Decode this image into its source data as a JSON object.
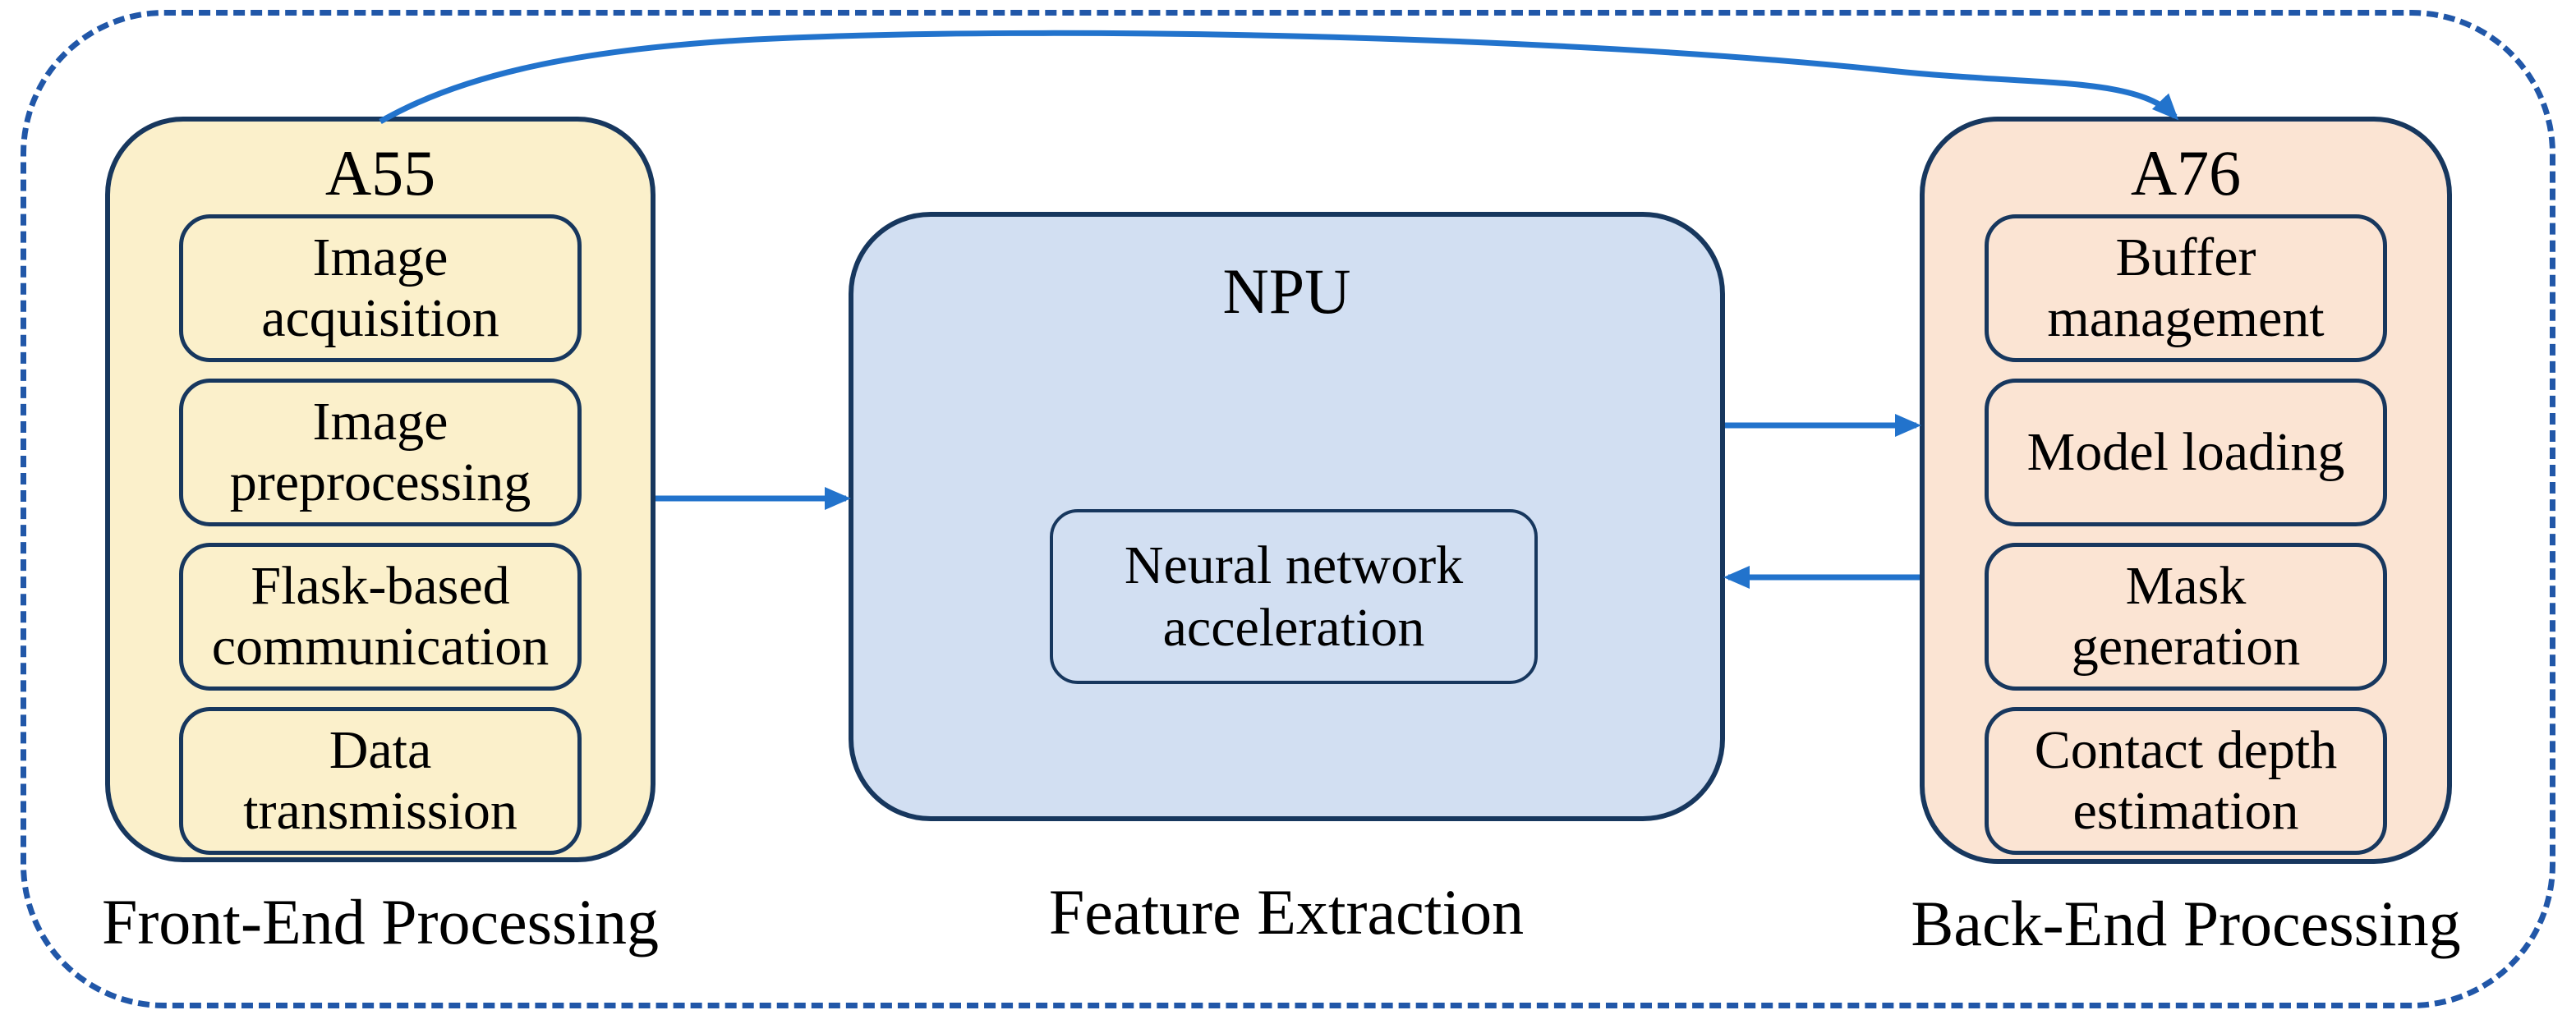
{
  "diagram": {
    "front_end": {
      "title": "A55",
      "label": "Front-End Processing",
      "boxes": [
        "Image acquisition",
        "Image preprocessing",
        "Flask-based communication",
        "Data transmission"
      ]
    },
    "npu": {
      "title": "NPU",
      "label": "Feature Extraction",
      "inner_box": "Neural network acceleration"
    },
    "back_end": {
      "title": "A76",
      "label": "Back-End Processing",
      "boxes": [
        "Buffer management",
        "Model loading",
        "Mask generation",
        "Contact depth estimation"
      ]
    }
  },
  "colors": {
    "navy": "#17375e",
    "arrow": "#2273cc",
    "dash": "#2157a8",
    "yellow": "#fbf0cb",
    "blue": "#d2dff2",
    "peach": "#fbe4d3",
    "ink": "#000000"
  }
}
